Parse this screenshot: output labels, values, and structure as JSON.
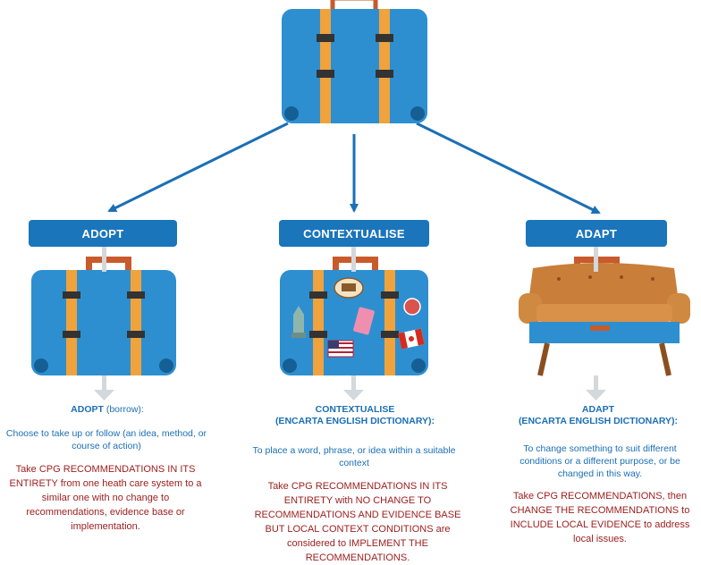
{
  "columns": [
    {
      "banner": "ADOPT",
      "title_word": "ADOPT",
      "title_suffix": " (borrow):",
      "title_sub": "",
      "definition": "Choose to take up or follow (an idea, method, or course of action)",
      "recommendation": "Take CPG RECOMMENDATIONS  IN ITS ENTIRETY  from one heath care system to a similar one with no change to recommendations, evidence base or implementation."
    },
    {
      "banner": "CONTEXTUALISE",
      "title_word": "CONTEXTUALISE",
      "title_suffix": "",
      "title_sub": "(ENCARTA ENGLISH DICTIONARY):",
      "definition": "To place a word, phrase, or idea within a suitable context",
      "recommendation": "Take CPG RECOMMENDATIONS  IN ITS ENTIRETY  with NO CHANGE  TO RECOMMENDATIONS  AND EVIDENCE BASE BUT LOCAL CONTEXT CONDITIONS are considered to  IMPLEMENT  THE RECOMMENDATIONS."
    },
    {
      "banner": "ADAPT",
      "title_word": "ADAPT",
      "title_suffix": "",
      "title_sub": "(ENCARTA ENGLISH DICTIONARY):",
      "definition": "To change something to suit different conditions or a different purpose, or be changed in this way.",
      "recommendation": "Take CPG RECOMMENDATIONS,  then CHANGE  THE RECOMMENDATIONS  to INCLUDE LOCAL EVIDENCE  to address local issues."
    }
  ],
  "colors": {
    "suitcase_blue": "#2e8fd0",
    "strap_orange": "#f0a23c",
    "banner_blue": "#1b75bb",
    "recommendation_red": "#9b1c1c",
    "down_arrow_grey": "#d3d8dc"
  },
  "icons": [
    "suitcase-icon",
    "stickered-suitcase-icon",
    "sofa-suitcase-icon",
    "down-arrow-icon"
  ]
}
